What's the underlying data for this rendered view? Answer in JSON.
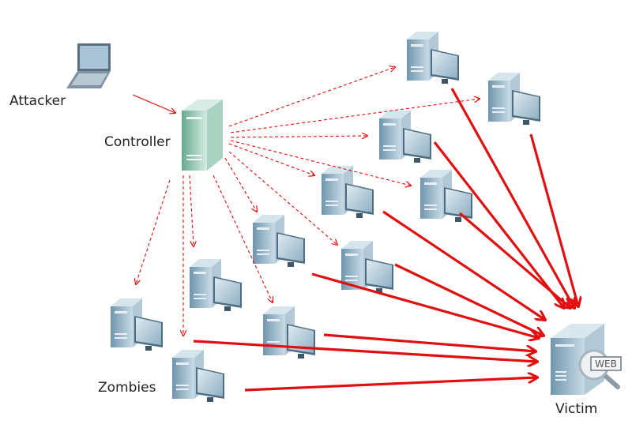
{
  "labels": {
    "attacker": "Attacker",
    "controller": "Controller",
    "zombies": "Zombies",
    "victim": "Victim",
    "victim_badge": "WEB"
  },
  "colors": {
    "arrow": "#e01010",
    "server_body": "#8fb0c4",
    "controller_body": "#7fb8a0"
  },
  "zombie_count": 11
}
